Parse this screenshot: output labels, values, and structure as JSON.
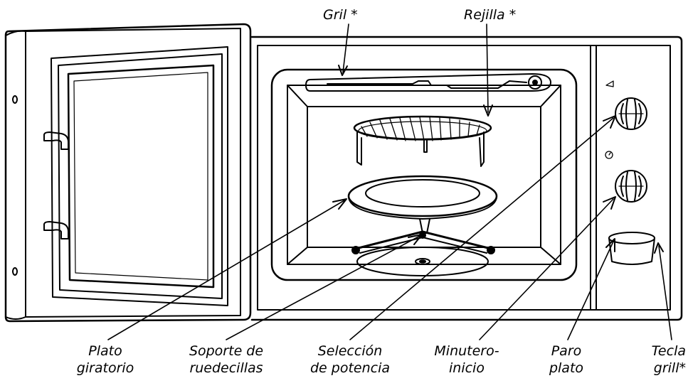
{
  "labels": {
    "gril": "Gril *",
    "rejilla": "Rejilla *",
    "plato": {
      "line1": "Plato",
      "line2": "giratorio"
    },
    "soporte": {
      "line1": "Soporte de",
      "line2": "ruedecillas"
    },
    "seleccion": {
      "line1": "Selección",
      "line2": "de potencia"
    },
    "minutero": {
      "line1": "Minutero-",
      "line2": "inicio"
    },
    "paro": {
      "line1": "Paro",
      "line2": "plato"
    },
    "tecla": {
      "line1": "Tecla",
      "line2": "grill*"
    }
  },
  "icons": {
    "power": "power-level-icon",
    "timer": "timer-clock-icon"
  }
}
